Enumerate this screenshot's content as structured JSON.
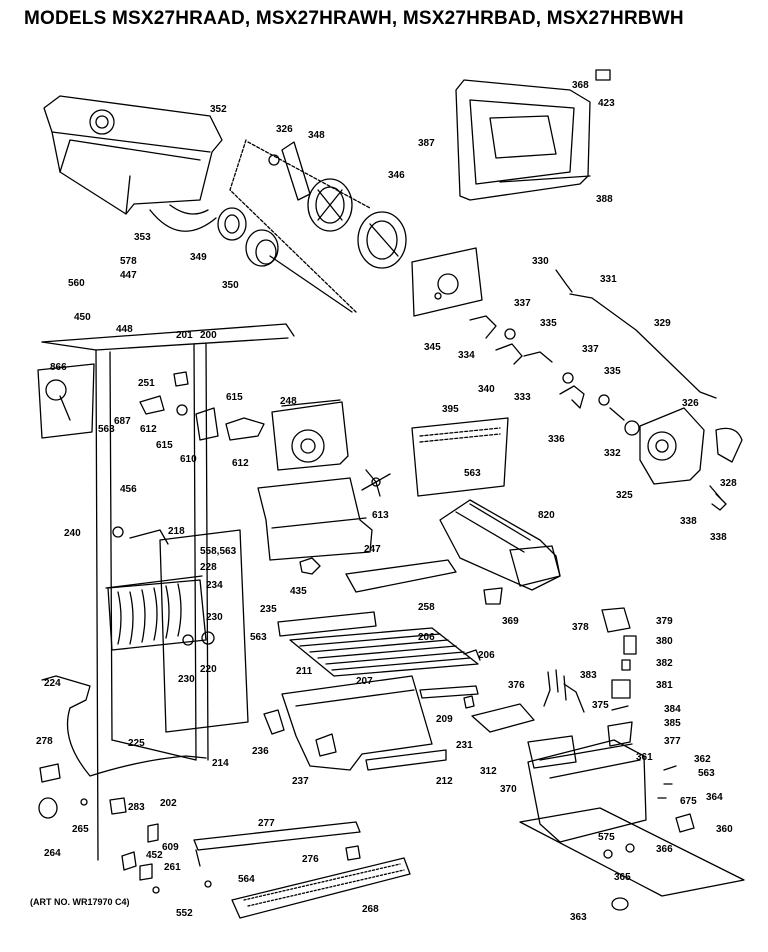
{
  "title": "MODELS MSX27HRAAD, MSX27HRAWH, MSX27HRBAD, MSX27HRBWH",
  "art_no": "(ART NO. WR17970 C4)",
  "parts": [
    {
      "id": "p352",
      "text": "352"
    },
    {
      "id": "p326",
      "text": "326"
    },
    {
      "id": "p348",
      "text": "348"
    },
    {
      "id": "p346",
      "text": "346"
    },
    {
      "id": "p387",
      "text": "387"
    },
    {
      "id": "p368",
      "text": "368"
    },
    {
      "id": "p423",
      "text": "423"
    },
    {
      "id": "p388",
      "text": "388"
    },
    {
      "id": "p353",
      "text": "353"
    },
    {
      "id": "p349",
      "text": "349"
    },
    {
      "id": "p350",
      "text": "350"
    },
    {
      "id": "p578",
      "text": "578"
    },
    {
      "id": "p447",
      "text": "447"
    },
    {
      "id": "p560",
      "text": "560"
    },
    {
      "id": "p450",
      "text": "450"
    },
    {
      "id": "p448",
      "text": "448"
    },
    {
      "id": "p201",
      "text": "201"
    },
    {
      "id": "p200",
      "text": "200"
    },
    {
      "id": "p330",
      "text": "330"
    },
    {
      "id": "p331",
      "text": "331"
    },
    {
      "id": "p337a",
      "text": "337"
    },
    {
      "id": "p335a",
      "text": "335"
    },
    {
      "id": "p329",
      "text": "329"
    },
    {
      "id": "p345",
      "text": "345"
    },
    {
      "id": "p334",
      "text": "334"
    },
    {
      "id": "p340",
      "text": "340"
    },
    {
      "id": "p333",
      "text": "333"
    },
    {
      "id": "p337b",
      "text": "337"
    },
    {
      "id": "p335b",
      "text": "335"
    },
    {
      "id": "p326b",
      "text": "326"
    },
    {
      "id": "p866",
      "text": "866"
    },
    {
      "id": "p251",
      "text": "251"
    },
    {
      "id": "p615a",
      "text": "615"
    },
    {
      "id": "p248",
      "text": "248"
    },
    {
      "id": "p395",
      "text": "395"
    },
    {
      "id": "p563a",
      "text": "563"
    },
    {
      "id": "p687",
      "text": "687"
    },
    {
      "id": "p612a",
      "text": "612"
    },
    {
      "id": "p615b",
      "text": "615"
    },
    {
      "id": "p610",
      "text": "610"
    },
    {
      "id": "p612b",
      "text": "612"
    },
    {
      "id": "p336",
      "text": "336"
    },
    {
      "id": "p332",
      "text": "332"
    },
    {
      "id": "p325",
      "text": "325"
    },
    {
      "id": "p328",
      "text": "328"
    },
    {
      "id": "p563b",
      "text": "563"
    },
    {
      "id": "p456",
      "text": "456"
    },
    {
      "id": "p613",
      "text": "613"
    },
    {
      "id": "p338a",
      "text": "338"
    },
    {
      "id": "p338b",
      "text": "338"
    },
    {
      "id": "p820",
      "text": "820"
    },
    {
      "id": "p240",
      "text": "240"
    },
    {
      "id": "p218",
      "text": "218"
    },
    {
      "id": "p558",
      "text": "558,563"
    },
    {
      "id": "p247",
      "text": "247"
    },
    {
      "id": "p228",
      "text": "228"
    },
    {
      "id": "p234",
      "text": "234"
    },
    {
      "id": "p435",
      "text": "435"
    },
    {
      "id": "p258",
      "text": "258"
    },
    {
      "id": "p369",
      "text": "369"
    },
    {
      "id": "p235",
      "text": "235"
    },
    {
      "id": "p230a",
      "text": "230"
    },
    {
      "id": "p206a",
      "text": "206"
    },
    {
      "id": "p378",
      "text": "378"
    },
    {
      "id": "p379",
      "text": "379"
    },
    {
      "id": "p563c",
      "text": "563"
    },
    {
      "id": "p380",
      "text": "380"
    },
    {
      "id": "p220",
      "text": "220"
    },
    {
      "id": "p206b",
      "text": "206"
    },
    {
      "id": "p230b",
      "text": "230"
    },
    {
      "id": "p211",
      "text": "211"
    },
    {
      "id": "p207",
      "text": "207"
    },
    {
      "id": "p383",
      "text": "383"
    },
    {
      "id": "p382",
      "text": "382"
    },
    {
      "id": "p224",
      "text": "224"
    },
    {
      "id": "p376",
      "text": "376"
    },
    {
      "id": "p375",
      "text": "375"
    },
    {
      "id": "p381",
      "text": "381"
    },
    {
      "id": "p209",
      "text": "209"
    },
    {
      "id": "p384",
      "text": "384"
    },
    {
      "id": "p385",
      "text": "385"
    },
    {
      "id": "p377",
      "text": "377"
    },
    {
      "id": "p278",
      "text": "278"
    },
    {
      "id": "p225",
      "text": "225"
    },
    {
      "id": "p214",
      "text": "214"
    },
    {
      "id": "p236",
      "text": "236"
    },
    {
      "id": "p231",
      "text": "231"
    },
    {
      "id": "p361",
      "text": "361"
    },
    {
      "id": "p362",
      "text": "362"
    },
    {
      "id": "p312",
      "text": "312"
    },
    {
      "id": "p237",
      "text": "237"
    },
    {
      "id": "p212",
      "text": "212"
    },
    {
      "id": "p563d",
      "text": "563"
    },
    {
      "id": "p370",
      "text": "370"
    },
    {
      "id": "p675",
      "text": "675"
    },
    {
      "id": "p364",
      "text": "364"
    },
    {
      "id": "p202",
      "text": "202"
    },
    {
      "id": "p283",
      "text": "283"
    },
    {
      "id": "p265",
      "text": "265"
    },
    {
      "id": "p277",
      "text": "277"
    },
    {
      "id": "p575",
      "text": "575"
    },
    {
      "id": "p360",
      "text": "360"
    },
    {
      "id": "p609",
      "text": "609"
    },
    {
      "id": "p366",
      "text": "366"
    },
    {
      "id": "p264",
      "text": "264"
    },
    {
      "id": "p452",
      "text": "452"
    },
    {
      "id": "p261",
      "text": "261"
    },
    {
      "id": "p276",
      "text": "276"
    },
    {
      "id": "p365",
      "text": "365"
    },
    {
      "id": "p564",
      "text": "564"
    },
    {
      "id": "p552",
      "text": "552"
    },
    {
      "id": "p268",
      "text": "268"
    },
    {
      "id": "p363",
      "text": "363"
    }
  ]
}
